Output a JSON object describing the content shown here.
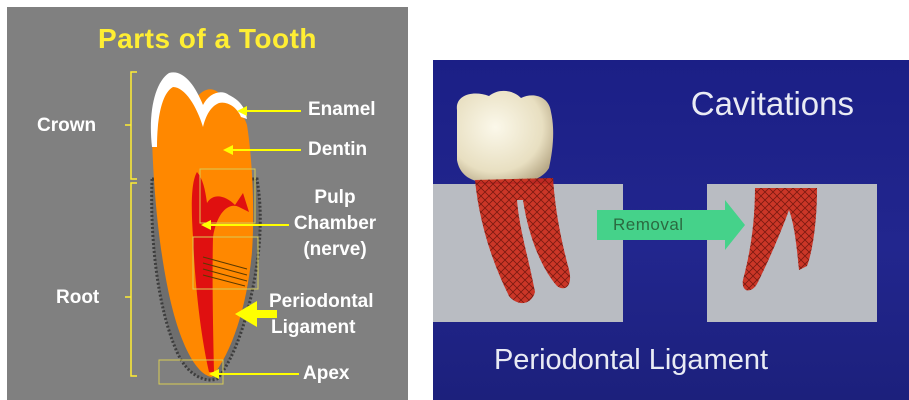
{
  "left_panel": {
    "title": "Parts of a Tooth",
    "labels": {
      "crown": "Crown",
      "root": "Root",
      "enamel": "Enamel",
      "dentin": "Dentin",
      "pulp_line1": "Pulp",
      "pulp_line2": "Chamber",
      "pulp_line3": "(nerve)",
      "ligament_line1": "Periodontal",
      "ligament_line2": "Ligament",
      "apex": "Apex"
    },
    "colors": {
      "title": "#ffee33",
      "pointer": "#ffff00",
      "dentin": "#ff8800",
      "pulp": "#e01010",
      "background": "#808080"
    }
  },
  "right_panel": {
    "title": "Cavitations",
    "arrow_label": "Removal",
    "caption": "Periodontal Ligament",
    "colors": {
      "background": "#1f238a",
      "arrow": "#2ecc71",
      "ligament": "#cc2a1a"
    }
  }
}
